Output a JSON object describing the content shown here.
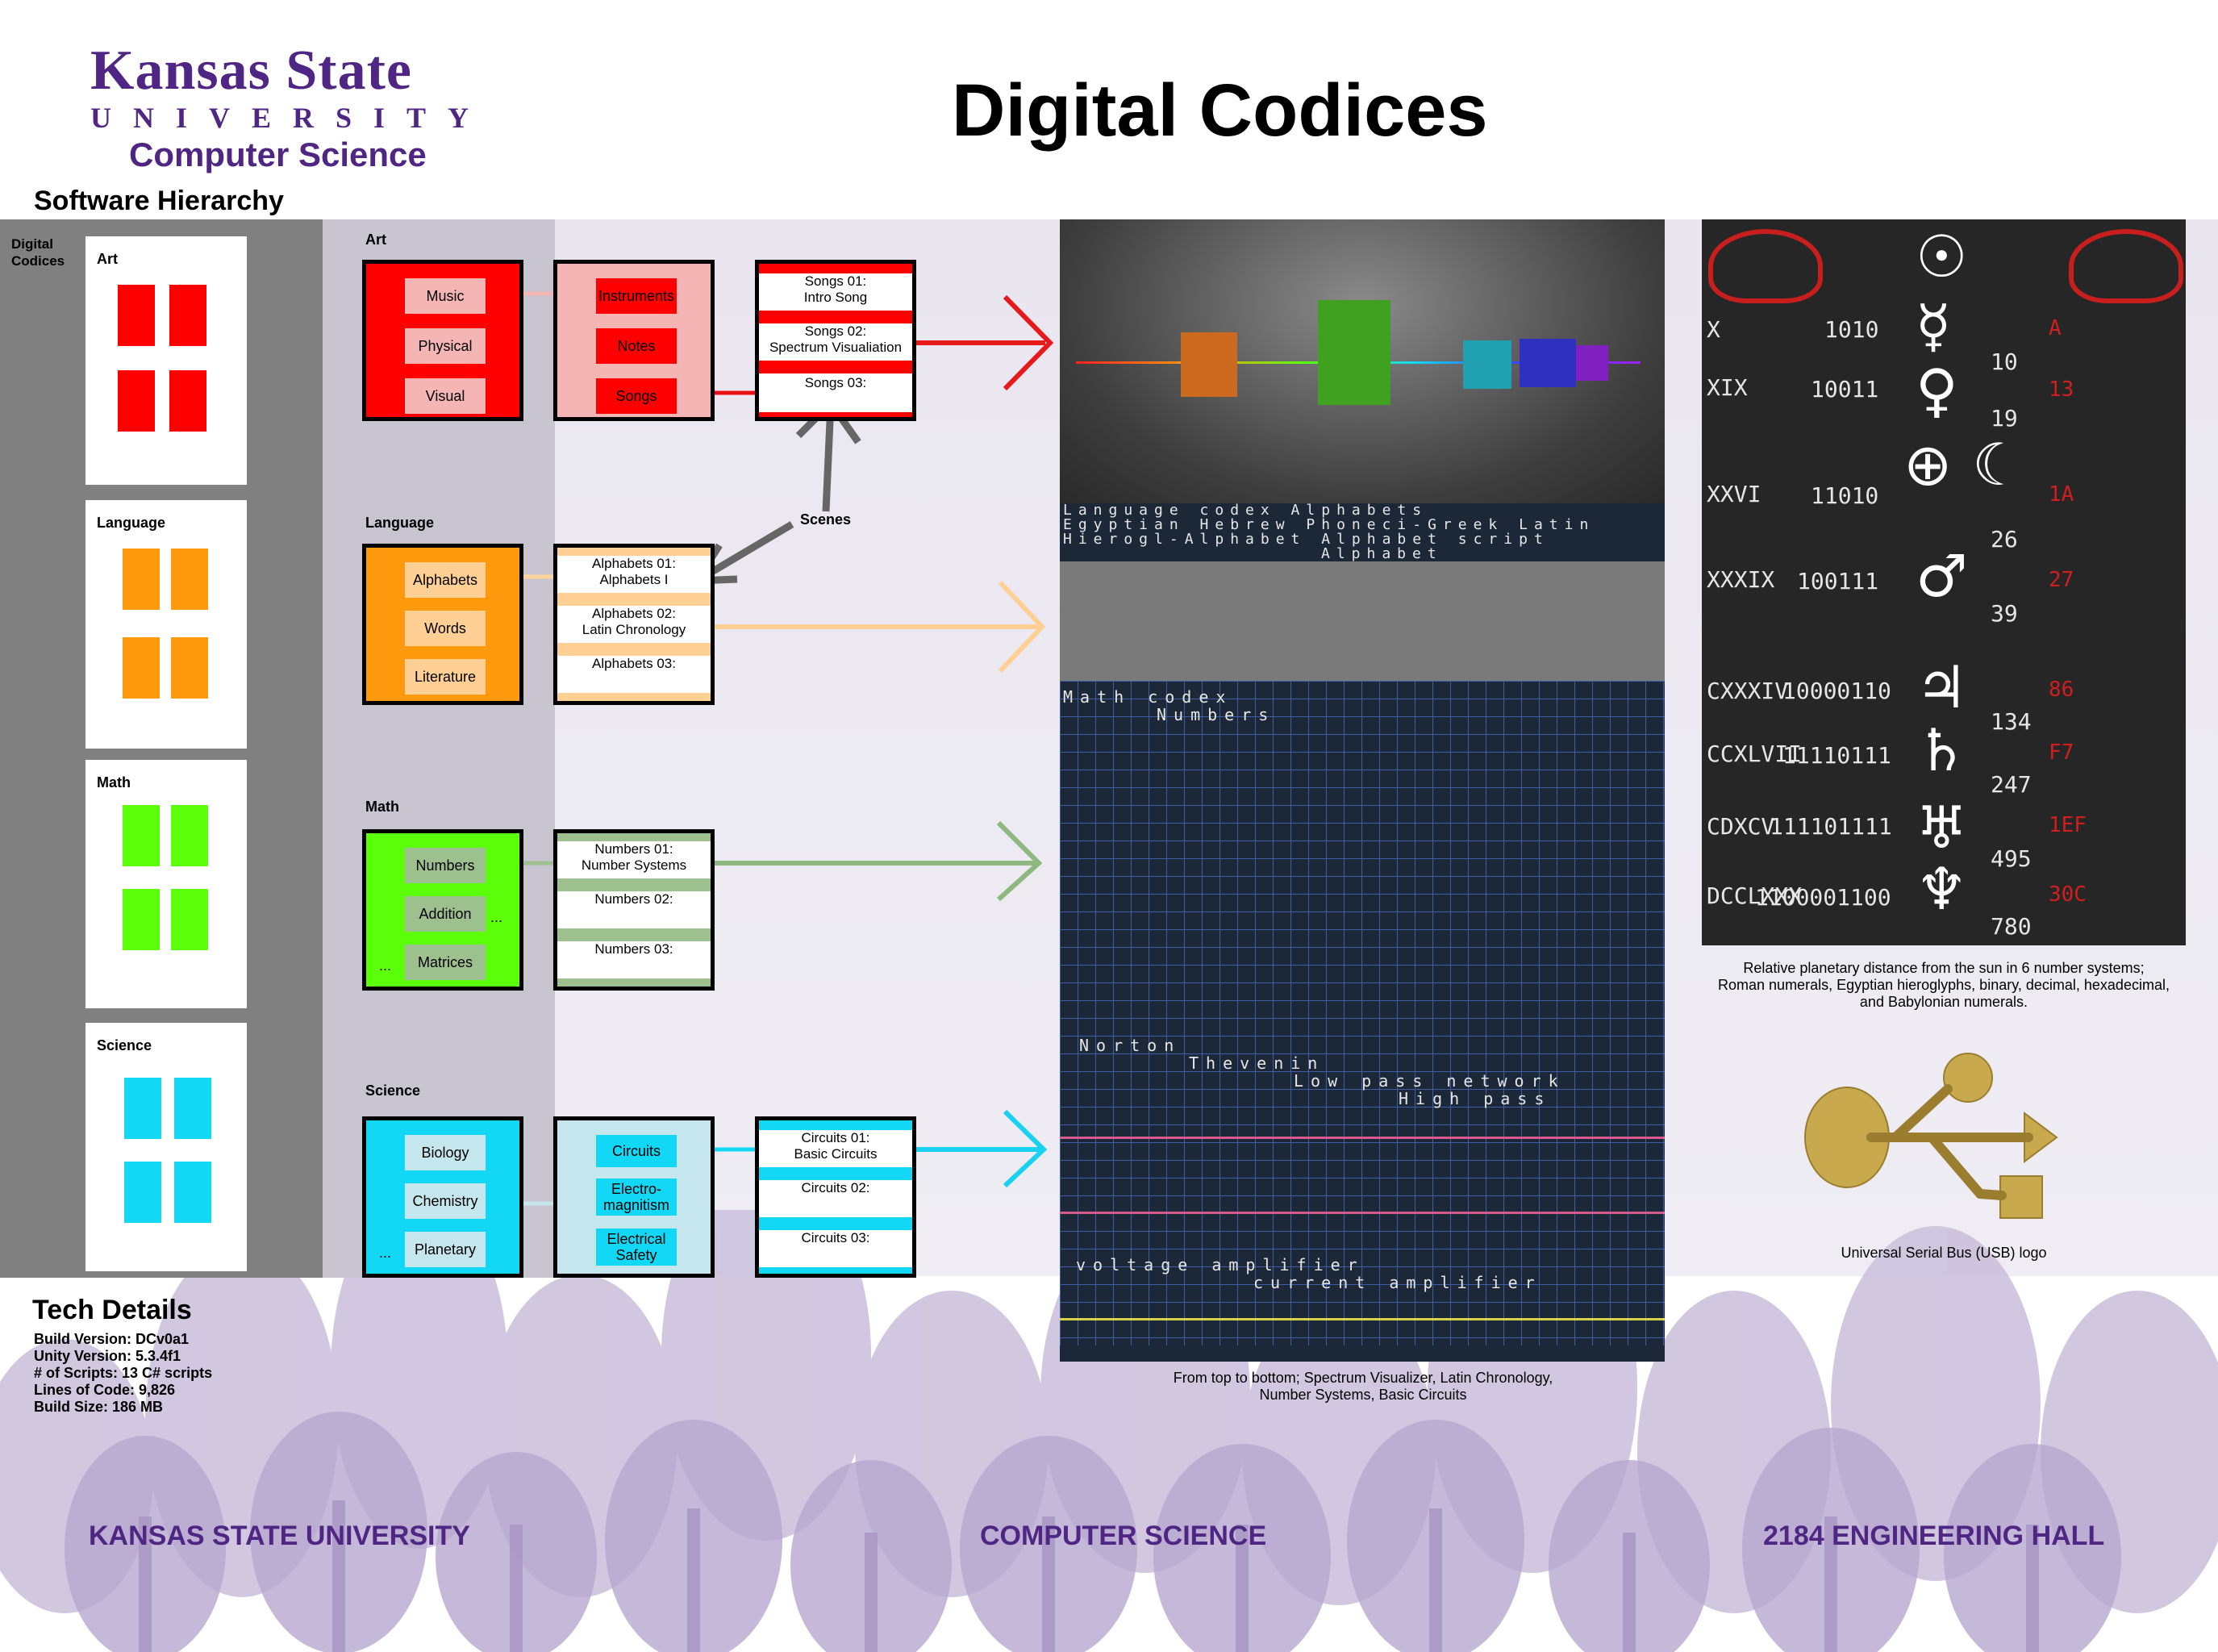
{
  "header": {
    "logo_line1": "Kansas State",
    "logo_line2": "UNIVERSITY",
    "logo_line3": "Computer Science",
    "title": "Digital Codices",
    "section_title": "Software Hierarchy"
  },
  "hierarchy": {
    "root_label": "Digital Codices",
    "categories": [
      {
        "name": "Art",
        "color": "#ff0000"
      },
      {
        "name": "Language",
        "color": "#ff9a0f"
      },
      {
        "name": "Math",
        "color": "#5cff0a"
      },
      {
        "name": "Science",
        "color": "#12d8f5"
      }
    ],
    "scenes_label": "Scenes",
    "art": {
      "label": "Art",
      "topics": [
        "Music",
        "Physical",
        "Visual"
      ],
      "subtopics": [
        "Instruments",
        "Notes",
        "Songs"
      ],
      "scenes": [
        "Songs 01:\nIntro Song",
        "Songs 02:\nSpectrum Visualiation",
        "Songs 03:"
      ]
    },
    "language": {
      "label": "Language",
      "topics": [
        "Alphabets",
        "Words",
        "Literature"
      ],
      "scenes": [
        "Alphabets 01:\nAlphabets I",
        "Alphabets 02:\nLatin Chronology",
        "Alphabets 03:"
      ]
    },
    "math": {
      "label": "Math",
      "topics": [
        "Numbers",
        "Addition",
        "Matrices"
      ],
      "ellipsis": "...",
      "scenes": [
        "Numbers 01:\nNumber Systems",
        "Numbers 02:",
        "Numbers 03:"
      ]
    },
    "science": {
      "label": "Science",
      "topics": [
        "Biology",
        "Chemistry",
        "Planetary"
      ],
      "subtopics": [
        "Circuits",
        "Electro-\nmagnitism",
        "Electrical\nSafety"
      ],
      "ellipsis": "...",
      "scenes": [
        "Circuits 01:\nBasic Circuits",
        "Circuits 02:",
        "Circuits 03:"
      ]
    }
  },
  "screenshot": {
    "rows": [
      "Language codex Alphabets",
      "Egyptian Hebrew Phoneci-Greek Latin",
      "Hierogl-Alphabet Alphabet script",
      "Alphabet",
      "Math codex",
      "Numbers",
      "Norton",
      "Thevenin",
      "Low pass network",
      "High pass",
      "voltage amplifier",
      "current amplifier"
    ],
    "caption": "From top to bottom; Spectrum Visualizer, Latin Chronology,\nNumber Systems, Basic Circuits"
  },
  "planetary": {
    "binary": [
      "1010",
      "10011",
      "11010",
      "100111",
      "10000110",
      "11110111",
      "111101111",
      "1100001100"
    ],
    "decimal": [
      "10",
      "19",
      "26",
      "39",
      "134",
      "247",
      "495",
      "780"
    ],
    "hex": [
      "A",
      "13",
      "1A",
      "27",
      "86",
      "F7",
      "1EF",
      "30C"
    ],
    "roman": [
      "X",
      "XIX",
      "XXVI",
      "XXXIX",
      "CXXXIV",
      "CCXLVII",
      "CDXCV",
      "DCCLXXX"
    ],
    "caption": "Relative planetary distance from the sun in 6 number systems;\nRoman numerals, Egyptian hieroglyphs, binary, decimal, hexadecimal,\nand Babylonian numerals."
  },
  "usb": {
    "caption": "Universal Serial Bus (USB) logo"
  },
  "tech": {
    "title": "Tech Details",
    "lines": [
      "Build Version: DCv0a1",
      "Unity Version: 5.3.4f1",
      "# of Scripts: 13 C# scripts",
      "Lines of Code: 9,826",
      "Build Size: 186 MB"
    ]
  },
  "footer": {
    "left": "KANSAS STATE UNIVERSITY",
    "center": "COMPUTER SCIENCE",
    "right": "2184 ENGINEERING HALL"
  },
  "colors": {
    "brand_purple": "#4f2683"
  }
}
